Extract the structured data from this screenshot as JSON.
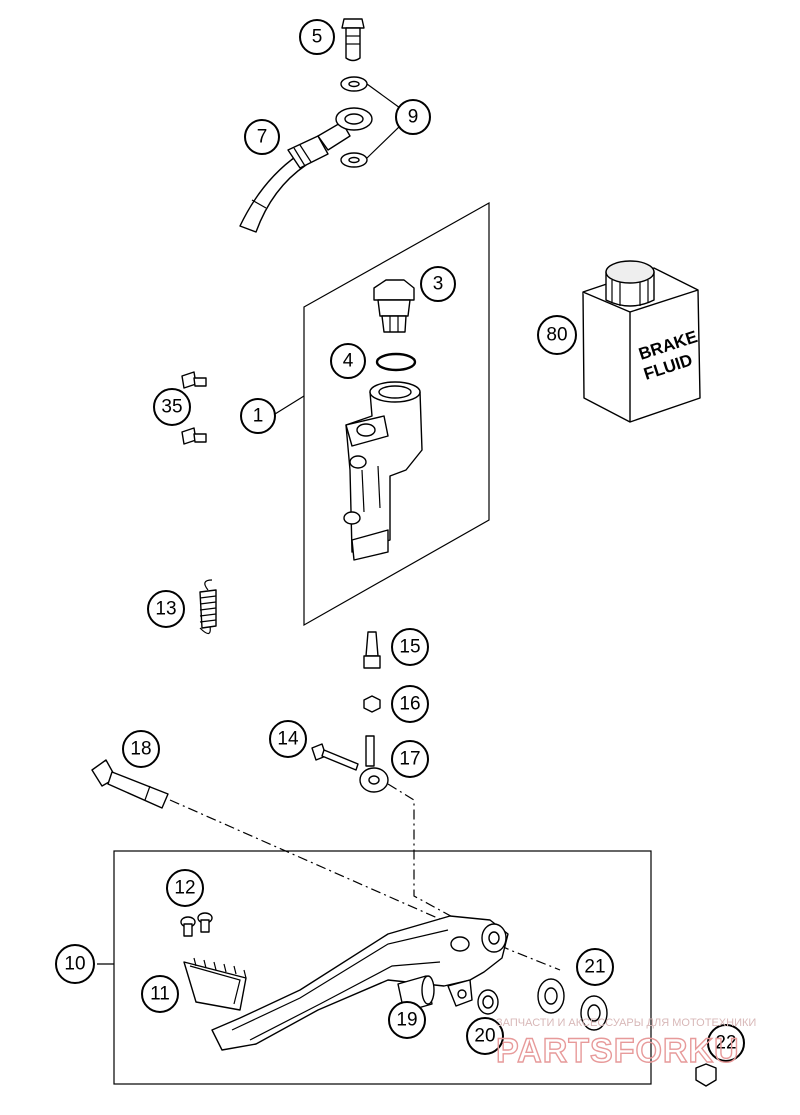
{
  "callouts": [
    {
      "id": "5",
      "label": "5"
    },
    {
      "id": "7",
      "label": "7"
    },
    {
      "id": "9",
      "label": "9"
    },
    {
      "id": "3",
      "label": "3"
    },
    {
      "id": "4",
      "label": "4"
    },
    {
      "id": "80",
      "label": "80"
    },
    {
      "id": "1",
      "label": "1"
    },
    {
      "id": "35",
      "label": "35"
    },
    {
      "id": "13",
      "label": "13"
    },
    {
      "id": "15",
      "label": "15"
    },
    {
      "id": "16",
      "label": "16"
    },
    {
      "id": "14",
      "label": "14"
    },
    {
      "id": "17",
      "label": "17"
    },
    {
      "id": "18",
      "label": "18"
    },
    {
      "id": "12",
      "label": "12"
    },
    {
      "id": "10",
      "label": "10"
    },
    {
      "id": "21",
      "label": "21"
    },
    {
      "id": "11",
      "label": "11"
    },
    {
      "id": "19",
      "label": "19"
    },
    {
      "id": "20",
      "label": "20"
    },
    {
      "id": "22",
      "label": "22"
    }
  ],
  "bottle_label": {
    "line1": "BRAKE",
    "line2": "FLUID"
  },
  "watermark": {
    "small": "ЗАПЧАСТИ И АКСЕССУАРЫ ДЛЯ МОТОТЕХНИКИ",
    "big": "PARTSFORKU"
  },
  "colors": {
    "line": "#000000",
    "background": "#ffffff",
    "watermark": "#e79a9a"
  }
}
